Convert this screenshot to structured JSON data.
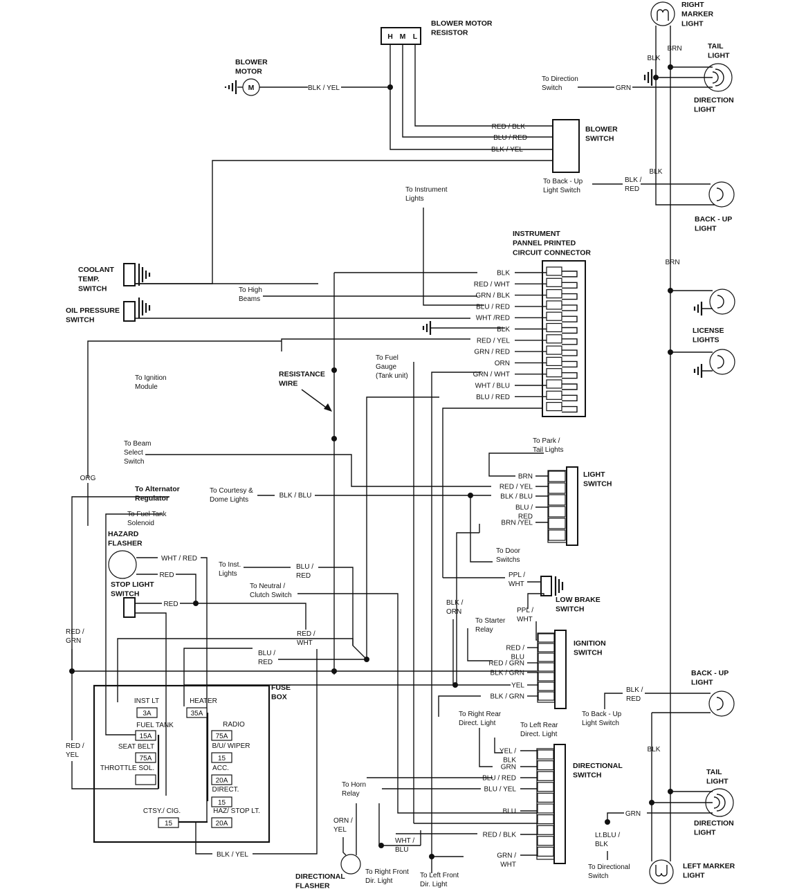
{
  "components": {
    "blower_motor_resistor": {
      "title": "BLOWER MOTOR\nRESISTOR",
      "taps": [
        "H",
        "M",
        "L"
      ]
    },
    "blower_motor": {
      "title": "BLOWER\nMOTOR",
      "symbol": "M"
    },
    "blower_switch": {
      "title": "BLOWER\nSWITCH"
    },
    "right_marker_light": {
      "title": "RIGHT\nMARKER\nLIGHT"
    },
    "tail_light_right": {
      "title": "TAIL\nLIGHT"
    },
    "direction_light_right": {
      "title": "DIRECTION\nLIGHT"
    },
    "back_up_light_top": {
      "title": "BACK - UP\nLIGHT"
    },
    "instrument_connector": {
      "title": "INSTRUMENT\nPANNEL PRINTED\nCIRCUIT CONNECTOR"
    },
    "coolant_switch": {
      "title": "COOLANT\nTEMP.\nSWITCH"
    },
    "oil_pressure_switch": {
      "title": "OIL PRESSURE\nSWITCH"
    },
    "license_lights": {
      "title": "LICENSE\nLIGHTS"
    },
    "light_switch": {
      "title": "LIGHT\nSWITCH"
    },
    "hazard_flasher": {
      "title": "HAZARD\nFLASHER"
    },
    "stop_light_switch": {
      "title": "STOP LIGHT\nSWITCH"
    },
    "low_brake_switch": {
      "title": "LOW BRAKE\nSWITCH"
    },
    "ignition_switch": {
      "title": "IGNITION\nSWITCH"
    },
    "back_up_light_bottom": {
      "title": "BACK - UP\nLIGHT"
    },
    "directional_switch": {
      "title": "DIRECTIONAL\nSWITCH"
    },
    "tail_light_left": {
      "title": "TAIL\nLIGHT"
    },
    "direction_light_left": {
      "title": "DIRECTION\nLIGHT"
    },
    "left_marker_light": {
      "title": "LEFT MARKER\nLIGHT"
    },
    "directional_flasher": {
      "title": "DIRECTIONAL\nFLASHER"
    },
    "fuse_box": {
      "title": "FUSE\nBOX"
    },
    "resistance_wire": {
      "title": "RESISTANCE\nWIRE"
    }
  },
  "fuses": {
    "inst_lt": {
      "name": "INST LT",
      "rating": "3A"
    },
    "heater": {
      "name": "HEATER",
      "rating": "35A"
    },
    "fuel_tank": {
      "name": "FUEL TANK",
      "rating": "15A"
    },
    "radio": {
      "name": "RADIO",
      "rating": "75A"
    },
    "seat_belt": {
      "name": "SEAT BELT",
      "rating": "75A"
    },
    "bu_wiper": {
      "name": "B/U/ WIPER",
      "rating": "15"
    },
    "throttle_sol": {
      "name": "THROTTLE SOL.",
      "rating": ""
    },
    "acc": {
      "name": "ACC.",
      "rating": "20A"
    },
    "direct": {
      "name": "DIRECT.",
      "rating": "15"
    },
    "ctsy_cig": {
      "name": "CTSY./ CIG.",
      "rating": "15"
    },
    "haz_stop": {
      "name": "HAZ/ STOP LT.",
      "rating": "20A"
    }
  },
  "connector_wires": [
    "BLK",
    "RED / WHT",
    "GRN / BLK",
    "BLU / RED",
    "WHT /RED",
    "BLK",
    "RED / YEL",
    "GRN / RED",
    "ORN",
    "GRN / WHT",
    "WHT / BLU",
    "BLU / RED"
  ],
  "light_switch_wires": [
    "BRN",
    "RED / YEL",
    "BLK / BLU",
    "BLU /\nRED",
    "BRN /YEL"
  ],
  "ignition_switch_wires": [
    "RED /\nBLU",
    "RED / GRN",
    "BLK / GRN",
    "YEL",
    "BLK / GRN"
  ],
  "directional_switch_wires": [
    "YEL /\nBLK",
    "GRN",
    "BLU / RED",
    "BLU / YEL",
    "BLU",
    "RED / BLK",
    "GRN /\nWHT"
  ],
  "wire_labels": {
    "blower_blkyel": "BLK / YEL",
    "blower_redblk": "RED / BLK",
    "blower_blured": "BLU / RED",
    "blower_blkyel2": "BLK / YEL",
    "marker_blk": "BLK",
    "marker_brn": "BRN",
    "dir_grn": "GRN",
    "backup_blk": "BLK",
    "backup_blkred": "BLK /\nRED",
    "brn_main": "BRN",
    "courtesy_blkblu": "BLK / BLU",
    "hazard_whtred": "WHT / RED",
    "hazard_red": "RED",
    "stop_red": "RED",
    "inst_blured": "BLU /\nRED",
    "neutral_redwht": "RED /\nWHT",
    "blu_red_mid": "BLU /\nRED",
    "org": "ORG",
    "red_grn": "RED /\nGRN",
    "red_yel": "RED /\nYEL",
    "blk_orn": "BLK /\nORN",
    "ppl_wht1": "PPL /\nWHT",
    "ppl_wht2": "PPL /\nWHT",
    "backup2_blkred": "BLK /\nRED",
    "left_blk": "BLK",
    "left_grn": "GRN",
    "lt_blu_blk": "Lt.BLU /\nBLK",
    "orn_yel": "ORN /\nYEL",
    "wht_blu": "WHT /\nBLU",
    "bottom_blkyel": "BLK / YEL"
  },
  "annotations": {
    "to_direction_switch": "To Direction\nSwitch",
    "to_back_up_switch_top": "To Back - Up\nLight Switch",
    "to_instrument_lights": "To Instrument\nLights",
    "to_high_beams": "To High\nBeams",
    "to_ignition_module": "To Ignition\nModule",
    "to_fuel_gauge": "To Fuel\nGauge\n(Tank unit)",
    "to_beam_select": "To Beam\nSelect\nSwitch",
    "to_alternator": "To Alternator\nRegulator",
    "to_courtesy": "To Courtesy &\nDome Lights",
    "to_fuel_tank_solenoid": "To Fuel Tank\nSolenoid",
    "to_park_tail": "To Park /\nTail Lights",
    "to_door": "To Door\nSwitchs",
    "to_inst_lights": "To Inst.\nLights",
    "to_neutral": "To Neutral /\nClutch Switch",
    "to_starter": "To Starter\nRelay",
    "to_right_rear": "To Right Rear\nDirect. Light",
    "to_left_rear": "To Left Rear\nDirect. Light",
    "to_horn": "To Horn\nRelay",
    "to_back_up_switch_bottom": "To Back - Up\nLight Switch",
    "to_directional": "To Directional\nSwitch",
    "to_right_front": "To Right Front\nDir. Light",
    "to_left_front": "To Left Front\nDir. Light"
  }
}
